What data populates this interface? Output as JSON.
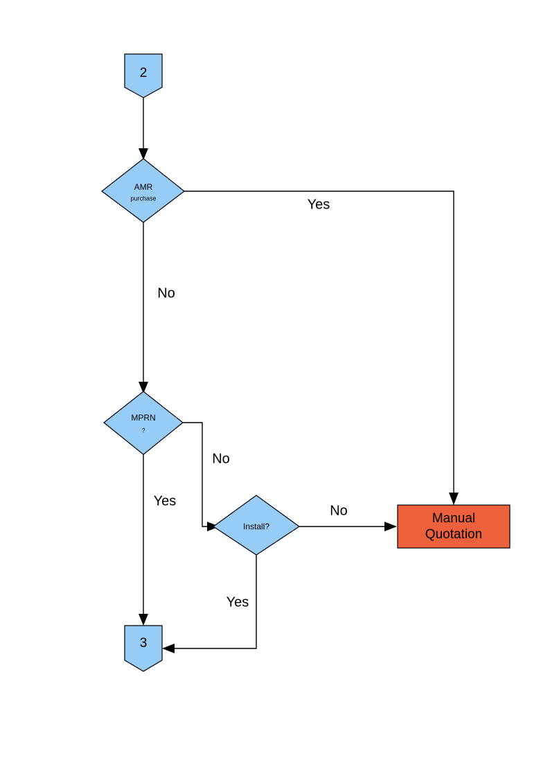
{
  "diagram": {
    "title": "Gas quotation process flowchart (page segment)",
    "background_color": "#ffffff",
    "colors": {
      "node_blue_fill": "#96CCF5",
      "node_orange_fill": "#EC603C",
      "stroke": "#000000",
      "text": "#000000"
    },
    "nodes": [
      {
        "id": "connector-2",
        "type": "off-page-connector",
        "label": "2",
        "fill": "#96CCF5"
      },
      {
        "id": "decision-amr-purchase",
        "type": "decision",
        "label_line1": "AMR",
        "label_line2": "purchase",
        "fill": "#96CCF5"
      },
      {
        "id": "decision-mprn",
        "type": "decision",
        "label_line1": "MPRN",
        "label_line2": "?",
        "fill": "#96CCF5"
      },
      {
        "id": "decision-install",
        "type": "decision",
        "label_line1": "Install?",
        "label_line2": "",
        "fill": "#96CCF5"
      },
      {
        "id": "process-manual-quotation",
        "type": "process",
        "label_line1": "Manual",
        "label_line2": "Quotation",
        "fill": "#EC603C"
      },
      {
        "id": "connector-3",
        "type": "off-page-connector",
        "label": "3",
        "fill": "#96CCF5"
      }
    ],
    "edges": [
      {
        "id": "edge-2-to-amr",
        "from": "connector-2",
        "to": "decision-amr-purchase",
        "label": ""
      },
      {
        "id": "edge-amr-yes",
        "from": "decision-amr-purchase",
        "to": "process-manual-quotation",
        "label": "Yes"
      },
      {
        "id": "edge-amr-no",
        "from": "decision-amr-purchase",
        "to": "decision-mprn",
        "label": "No"
      },
      {
        "id": "edge-mprn-no",
        "from": "decision-mprn",
        "to": "decision-install",
        "label": "No"
      },
      {
        "id": "edge-mprn-yes",
        "from": "decision-mprn",
        "to": "connector-3",
        "label": "Yes"
      },
      {
        "id": "edge-install-no",
        "from": "decision-install",
        "to": "process-manual-quotation",
        "label": "No"
      },
      {
        "id": "edge-install-yes",
        "from": "decision-install",
        "to": "connector-3",
        "label": "Yes"
      }
    ]
  }
}
